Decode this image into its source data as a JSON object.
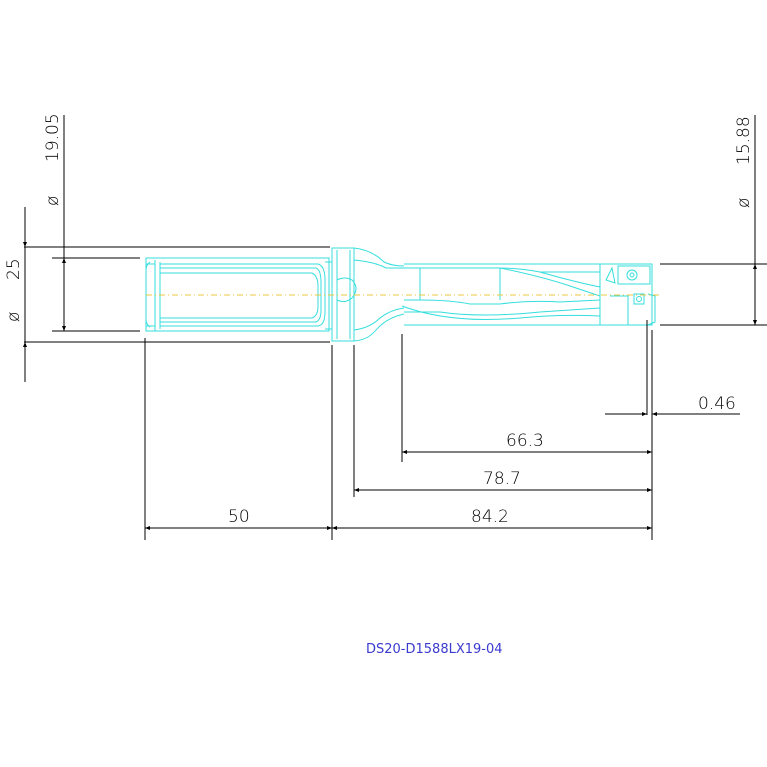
{
  "drawing": {
    "part_number": "DS20-D1588LX19-04",
    "colors": {
      "tool_outline": "#36dede",
      "dimension": "#000000",
      "centerline": "#e8c840",
      "part_number": "#3a3ad0"
    },
    "dimensions": {
      "shank_diameter": {
        "symbol": "ø",
        "value": "25"
      },
      "neck_diameter": {
        "symbol": "ø",
        "value": "19.05"
      },
      "drill_diameter": {
        "symbol": "ø",
        "value": "15.88"
      },
      "shank_length": "50",
      "total_length": "84.2",
      "body_length": "78.7",
      "flute_length": "66.3",
      "tip_offset": "0.46"
    }
  }
}
